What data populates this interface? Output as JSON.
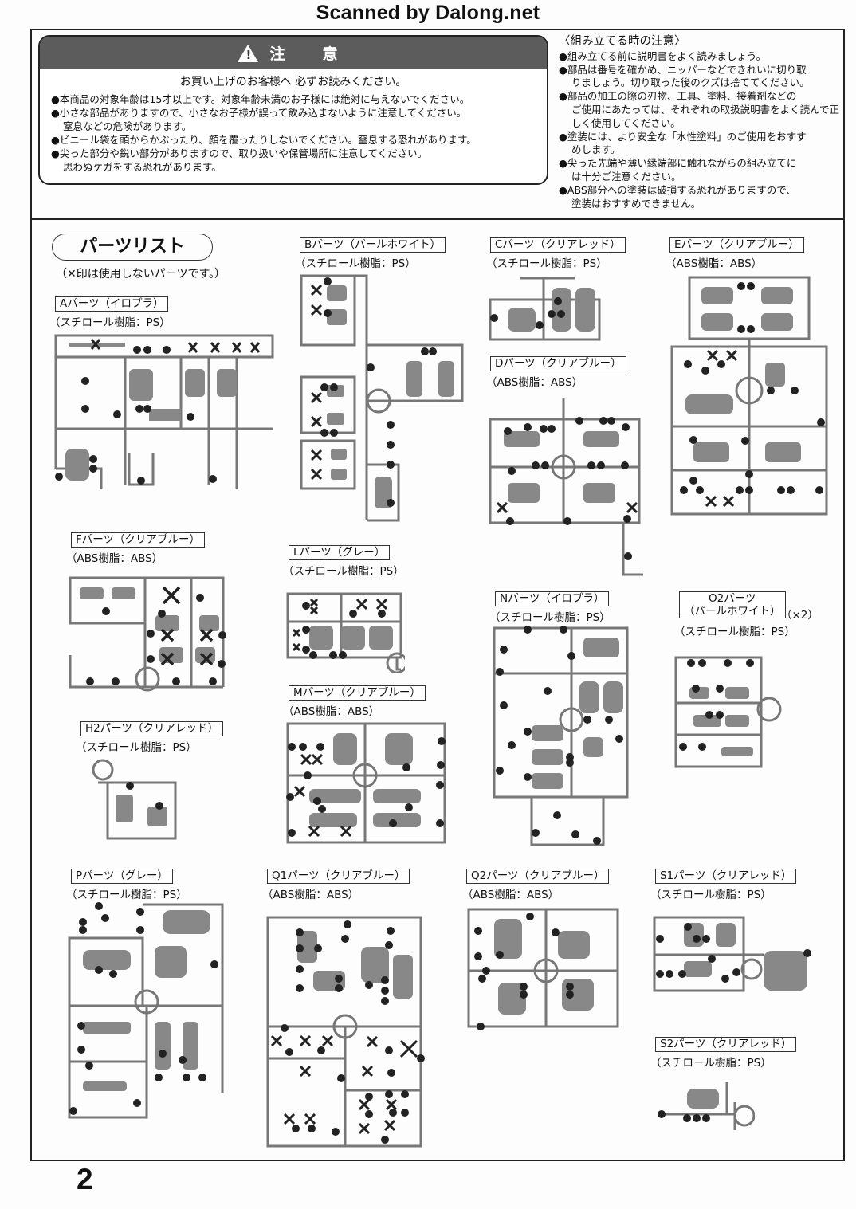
{
  "header": {
    "scanned_by": "Scanned by Dalong.net"
  },
  "caution": {
    "title": "注　意",
    "subtitle": "お買い上げのお客様へ 必ずお読みください。",
    "items": [
      {
        "line1": "●本商品の対象年齢は15才以上です。対象年齢未満のお子様には絶対に与えないでください。",
        "line2": ""
      },
      {
        "line1": "●小さな部品がありますので、小さなお子様が誤って飲み込まないように注意してください。",
        "line2": "窒息などの危険があります。"
      },
      {
        "line1": "●ビニール袋を頭からかぶったり、顔を覆ったりしないでください。窒息する恐れがあります。",
        "line2": ""
      },
      {
        "line1": "●尖った部分や鋭い部分がありますので、取り扱いや保管場所に注意してください。",
        "line2": "思わぬケガをする恐れがあります。"
      }
    ]
  },
  "assembly_notes": {
    "heading": "〈組み立てる時の注意〉",
    "items": [
      {
        "line1": "●組み立てる前に説明書をよく読みましょう。",
        "rest": ""
      },
      {
        "line1": "●部品は番号を確かめ、ニッパーなどできれいに切り取",
        "rest": "りましょう。切り取った後のクズは捨ててください。"
      },
      {
        "line1": "●部品の加工の際の刃物、工具、塗料、接着剤などの",
        "rest": "ご使用にあたっては、それぞれの取扱説明書をよく読んで正しく使用してください。"
      },
      {
        "line1": "●塗装には、より安全な「水性塗料」のご使用をおすす",
        "rest": "めします。"
      },
      {
        "line1": "●尖った先端や薄い縁端部に触れながらの組み立てに",
        "rest": "は十分ご注意ください。"
      },
      {
        "line1": "●ABS部分への塗装は破損する恐れがありますので、",
        "rest": "塗装はおすすめできません。"
      }
    ]
  },
  "parts_list": {
    "title": "パーツリスト",
    "note": "（✕印は使用しないパーツです。）",
    "groups": {
      "A": {
        "label": "Aパーツ（イロプラ）",
        "material": "（スチロール樹脂：PS）"
      },
      "B": {
        "label": "Bパーツ（パールホワイト）",
        "material": "（スチロール樹脂：PS）"
      },
      "C": {
        "label": "Cパーツ（クリアレッド）",
        "material": "（スチロール樹脂：PS）"
      },
      "D": {
        "label": "Dパーツ（クリアブルー）",
        "material": "（ABS樹脂：ABS）"
      },
      "E": {
        "label": "Eパーツ（クリアブルー）",
        "material": "（ABS樹脂：ABS）"
      },
      "F": {
        "label": "Fパーツ（クリアブルー）",
        "material": "（ABS樹脂：ABS）"
      },
      "L": {
        "label": "Lパーツ（グレー）",
        "material": "（スチロール樹脂：PS）"
      },
      "M": {
        "label": "Mパーツ（クリアブルー）",
        "material": "（ABS樹脂：ABS）"
      },
      "N": {
        "label": "Nパーツ（イロプラ）",
        "material": "（スチロール樹脂：PS）"
      },
      "O2": {
        "label1": "O2パーツ",
        "label2": "（パールホワイト）",
        "multiplier": "（×2）",
        "material": "（スチロール樹脂：PS）"
      },
      "H2": {
        "label": "H2パーツ（クリアレッド）",
        "material": "（スチロール樹脂：PS）"
      },
      "P": {
        "label": "Pパーツ（グレー）",
        "material": "（スチロール樹脂：PS）"
      },
      "Q1": {
        "label": "Q1パーツ（クリアブルー）",
        "material": "（ABS樹脂：ABS）"
      },
      "Q2": {
        "label": "Q2パーツ（クリアブルー）",
        "material": "（ABS樹脂：ABS）"
      },
      "S1": {
        "label": "S1パーツ（クリアレッド）",
        "material": "（スチロール樹脂：PS）"
      },
      "S2": {
        "label": "S2パーツ（クリアレッド）",
        "material": "（スチロール樹脂：PS）"
      }
    }
  },
  "footer": {
    "page_number": "2"
  }
}
